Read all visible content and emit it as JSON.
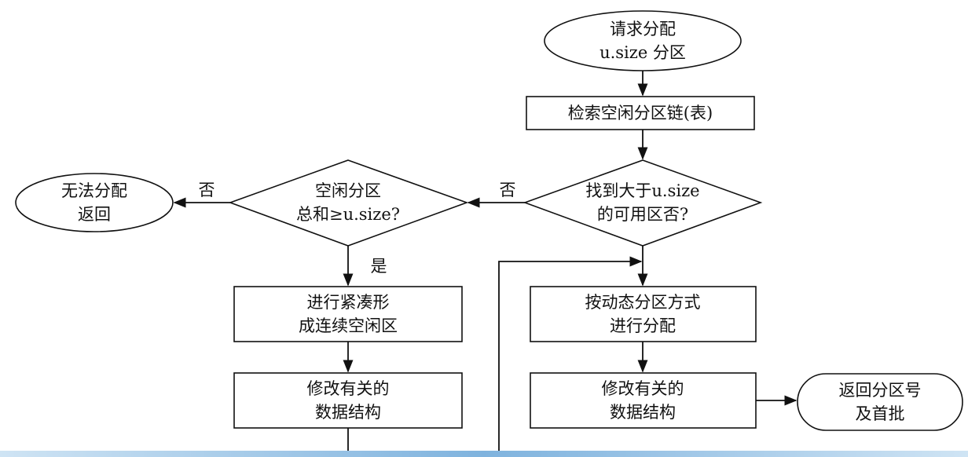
{
  "nodes": {
    "start": {
      "line1": "请求分配",
      "line2": "u.size 分区"
    },
    "search": {
      "line1": "检索空闲分区链(表)"
    },
    "found": {
      "line1": "找到大于u.size",
      "line2": "的可用区否?"
    },
    "total": {
      "line1": "空闲分区",
      "line2": "总和≥u.size?"
    },
    "fail": {
      "line1": "无法分配",
      "line2": "返回"
    },
    "compact": {
      "line1": "进行紧凑形",
      "line2": "成连续空闲区"
    },
    "modify_left": {
      "line1": "修改有关的",
      "line2": "数据结构"
    },
    "allocate": {
      "line1": "按动态分区方式",
      "line2": "进行分配"
    },
    "modify_right": {
      "line1": "修改有关的",
      "line2": "数据结构"
    },
    "return": {
      "line1": "返回分区号",
      "line2": "及首批"
    }
  },
  "edge_labels": {
    "no_found": "否",
    "no_total": "否",
    "yes_total": "是"
  },
  "colors": {
    "stroke": "#111111",
    "stripe": "#7fb3de"
  }
}
